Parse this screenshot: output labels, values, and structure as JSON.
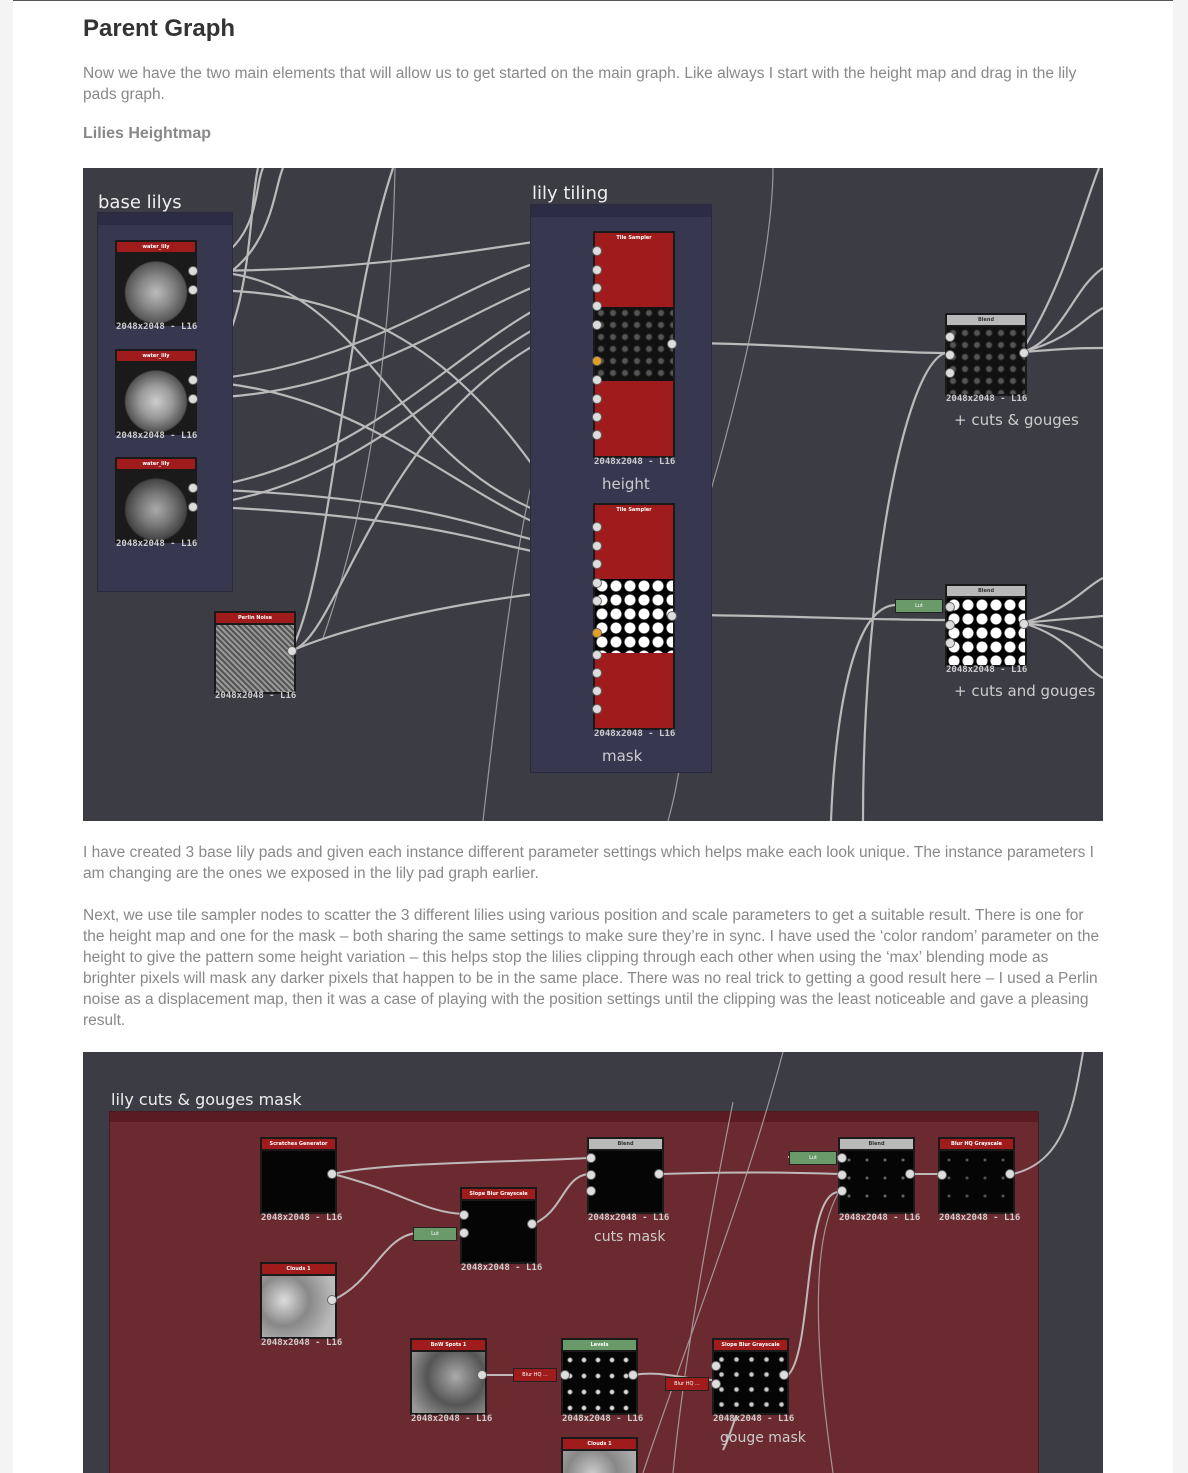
{
  "heading": "Parent Graph",
  "intro": "Now we have the two main elements that will allow us to get started on the main graph. Like always I start with the height map and drag in the lily pads graph.",
  "subheading": "Lilies Heightmap",
  "graph1": {
    "frame_base": "base lilys",
    "frame_tiling": "lily tiling",
    "water_lily_label": "water_lily",
    "perlin_label": "Perlin Noise",
    "tile_sampler_label": "Tile Sampler",
    "blend_label": "Blend",
    "lerp_label": "Lut",
    "res": "2048x2048 - L16",
    "cap_height": "height",
    "cap_mask": "mask",
    "cap_cuts1": "+ cuts & gouges",
    "cap_cuts2": "+ cuts and gouges"
  },
  "para2": "I have created 3 base lily pads and given each instance different parameter settings which helps make each look unique. The instance parameters I am changing are the ones we exposed in the lily pad graph earlier.",
  "para3": "Next, we use tile sampler nodes to scatter the 3 different lilies using various position and scale parameters to get a suitable result. There is one for the height map and one for the mask – both sharing the same settings to make sure they’re in sync. I have used the ‘color random’ parameter on the height to give the pattern some height variation – this helps stop the lilies clipping through each other when using the ‘max’ blending mode as brighter pixels will mask any darker pixels that happen to be in the same place. There was no real trick to getting a good result here – I used a Perlin noise as a displacement map, then it was a case of playing with the position settings until the clipping was the least noticeable and gave a pleasing result.",
  "graph2": {
    "frame": "lily cuts & gouges mask",
    "scratches": "Scratches Generator",
    "clouds": "Clouds 1",
    "slope_blur": "Slope Blur Grayscale",
    "blend": "Blend",
    "lerp": "Lut",
    "blur_hq_gs": "Blur HQ Grayscale",
    "bnw_spots": "BnW Spots 1",
    "blur_hq": "Blur HQ ...",
    "levels": "Levels",
    "res": "2048x2048 - L16",
    "cap_cuts": "cuts mask",
    "cap_gouge": "gouge mask"
  },
  "colors": {
    "node_red": "#a01c1c",
    "canvas": "#3c3c44",
    "frame_blue": "#373750",
    "frame_red": "#6b2a30"
  }
}
